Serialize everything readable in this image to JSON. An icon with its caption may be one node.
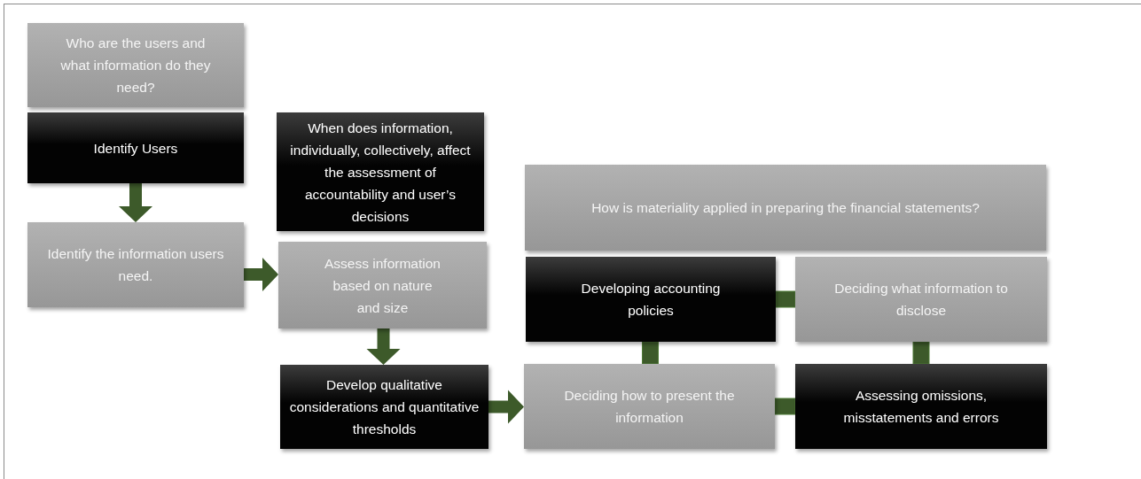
{
  "diagram": {
    "nodes": [
      {
        "text": [
          "Who are the users and what information do they need?"
        ]
      },
      {
        "text": [
          "Identify Users"
        ]
      },
      {
        "text": [
          "Identify the information users need."
        ]
      },
      {
        "text": [
          "When does information, individually, collectively, affect the assessment of accountability and user’s decisions"
        ]
      },
      {
        "text": [
          "Assess information based on nature and size"
        ]
      },
      {
        "text": [
          "Develop qualitative considerations and quantitative thresholds"
        ]
      },
      {
        "text": [
          "How is materiality applied in preparing the financial statements?"
        ]
      },
      {
        "text": [
          "Developing accounting policies"
        ]
      },
      {
        "text": [
          "Deciding what information to disclose"
        ]
      },
      {
        "text": [
          "Deciding how to present the information"
        ]
      },
      {
        "text": [
          "Assessing omissions, misstatements and errors"
        ]
      }
    ],
    "edges": [
      {
        "from": 1,
        "to": 2,
        "arrow": "to"
      },
      {
        "from": 2,
        "to": 4,
        "arrow": "to"
      },
      {
        "from": 4,
        "to": 5,
        "arrow": "to"
      },
      {
        "from": 5,
        "to": 9,
        "arrow": "to"
      },
      {
        "from": 7,
        "to": 8,
        "arrow": "none"
      },
      {
        "from": 7,
        "to": 9,
        "arrow": "none"
      },
      {
        "from": 8,
        "to": 10,
        "arrow": "none"
      },
      {
        "from": 9,
        "to": 10,
        "arrow": "none"
      }
    ]
  }
}
